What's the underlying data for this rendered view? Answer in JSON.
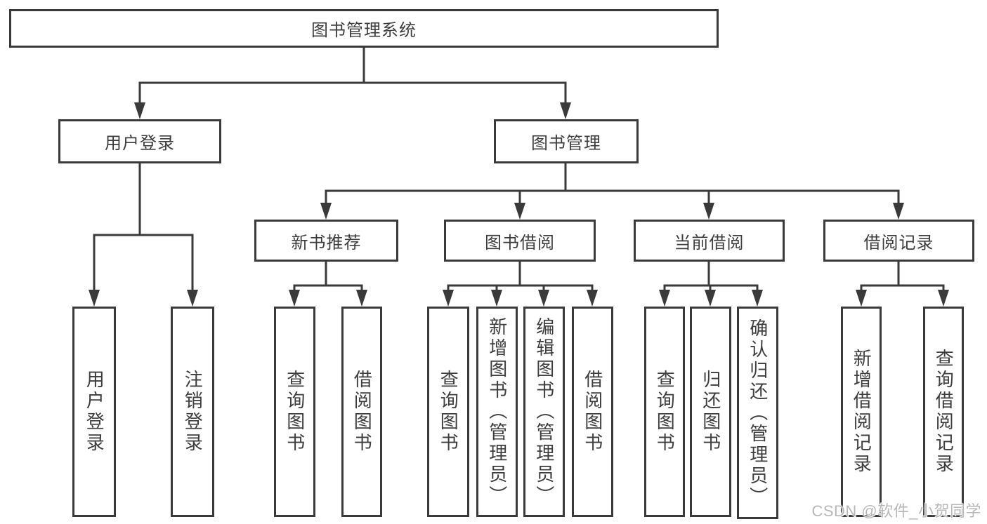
{
  "tree": {
    "root": "图书管理系统",
    "branches": [
      {
        "label": "用户登录",
        "children": [
          "用户登录",
          "注销登录"
        ]
      },
      {
        "label": "图书管理",
        "groups": [
          {
            "label": "新书推荐",
            "children": [
              "查询图书",
              "借阅图书"
            ]
          },
          {
            "label": "图书借阅",
            "children": [
              "查询图书",
              "新增图书（管理员）",
              "编辑图书（管理员）",
              "借阅图书"
            ]
          },
          {
            "label": "当前借阅",
            "children": [
              "查询图书",
              "归还图书",
              "确认归还（管理员）"
            ]
          },
          {
            "label": "借阅记录",
            "children": [
              "新增借阅记录",
              "查询借阅记录"
            ]
          }
        ]
      }
    ]
  },
  "watermark": {
    "text": "CSDN @软件_小贺同学"
  },
  "colors": {
    "line": "#3a3a3a",
    "text": "#3d3d3d",
    "watermark": "#b8b8b8",
    "background": "#ffffff"
  }
}
